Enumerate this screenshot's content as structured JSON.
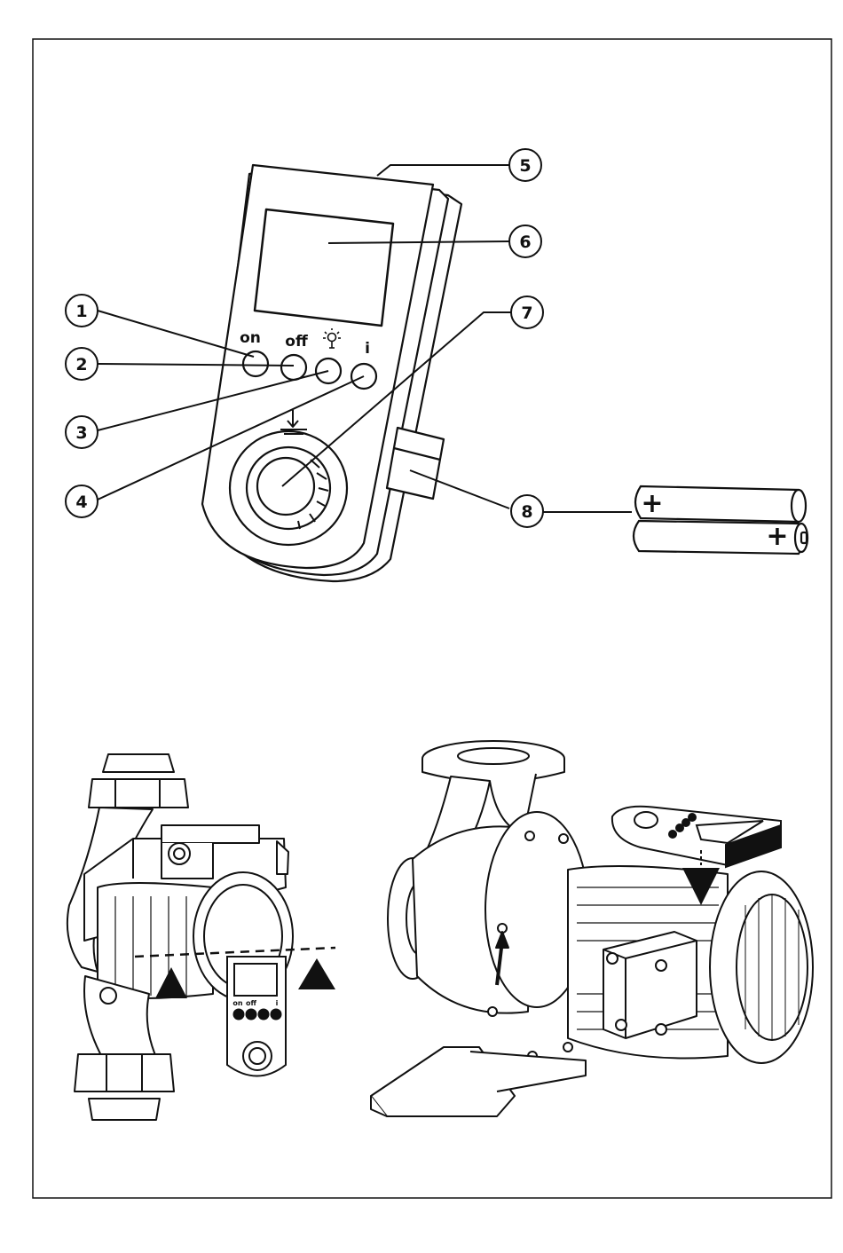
{
  "device": {
    "buttons": [
      {
        "id": "on",
        "label": "on"
      },
      {
        "id": "off",
        "label": "off"
      },
      {
        "id": "light",
        "label": ""
      },
      {
        "id": "info",
        "label": "i"
      }
    ]
  },
  "callouts": [
    "1",
    "2",
    "3",
    "4",
    "5",
    "6",
    "7",
    "8"
  ],
  "battery": {
    "plus_top": "+",
    "plus_bottom": "+"
  },
  "small_remote": {
    "labels": [
      "on",
      "off",
      "i"
    ]
  },
  "colors": {
    "ink": "#111111",
    "paper": "#ffffff"
  }
}
